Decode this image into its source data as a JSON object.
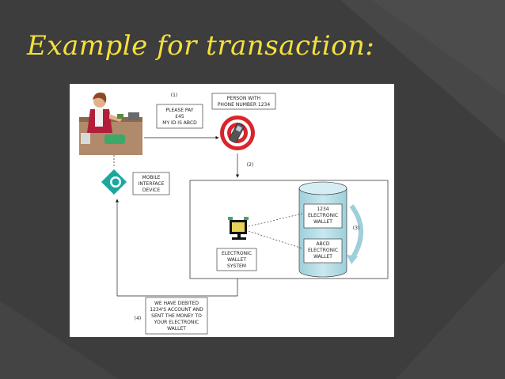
{
  "slide": {
    "title": "Example for transaction:"
  },
  "diagram": {
    "step_1": "(1)",
    "step_2": "(2)",
    "step_3": "(3)",
    "step_4": "(4)",
    "please_pay": [
      "PLEASE PAY",
      "£45",
      "MY ID IS ABCD"
    ],
    "person_box": [
      "PERSON WITH",
      "PHONE NUMBER 1234"
    ],
    "mobile_device": [
      "MOBILE",
      "INTERFACE",
      "DEVICE"
    ],
    "wallet_1234": [
      "1234",
      "ELECTRONIC",
      "WALLET"
    ],
    "wallet_abcd": [
      "ABCD",
      "ELECTRONIC",
      "WALLET"
    ],
    "wallet_system": [
      "ELECTRONIC",
      "WALLET",
      "SYSTEM"
    ],
    "debit_message": [
      "WE HAVE DEBITED",
      "1234'S ACCOUNT AND",
      "SENT THE MONEY TO",
      "YOUR ELECTRONIC",
      "WALLET"
    ],
    "colors": {
      "title": "#f5e03a",
      "background": "#3d3d3d",
      "database": "#b7dde6",
      "phone_ring": "#d9252b",
      "mobile_icon": "#19a7a0"
    },
    "icons": [
      "cashier-clipart",
      "mobile-phone-icon",
      "mobile-interface-icon",
      "database-cylinder",
      "computer-icon"
    ]
  }
}
